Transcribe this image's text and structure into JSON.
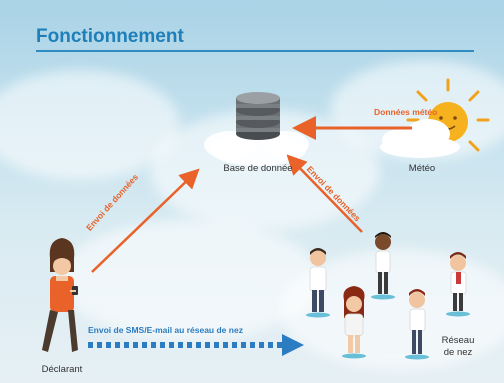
{
  "title": "Fonctionnement",
  "nodes": {
    "database": "Base de donnée",
    "weather": "Météo",
    "reporter": "Déclarant",
    "network": "Réseau de nez"
  },
  "flows": {
    "weather_data": "Données météo",
    "send_data_left": "Envoi de données",
    "send_data_right": "Envoi de données",
    "sms_email": "Envoi de SMS/E-mail au réseau de nez"
  },
  "colors": {
    "title": "#1f7fb8",
    "orange_arrow": "#e8622a",
    "blue_arrow": "#2b7cc0"
  }
}
